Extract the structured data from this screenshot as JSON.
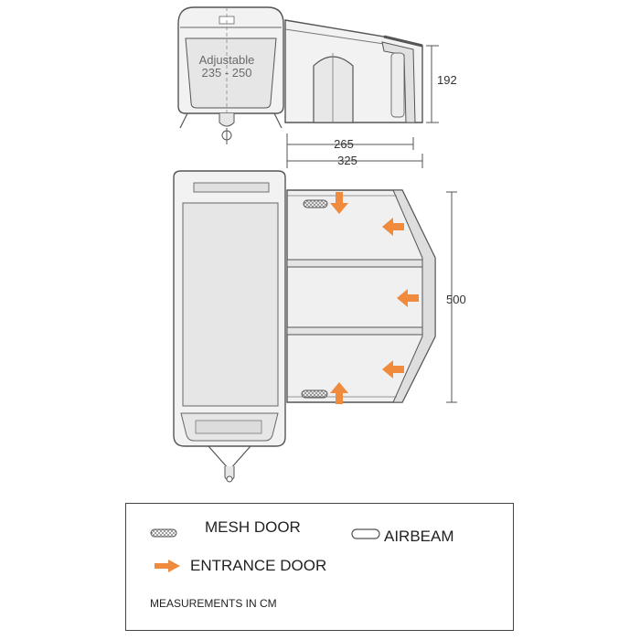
{
  "side_view": {
    "adjustable_label": "Adjustable",
    "adjustable_range": "235 - 250",
    "height_label": "192",
    "depth_inner_label": "265",
    "depth_outer_label": "325"
  },
  "plan_view": {
    "width_label": "500"
  },
  "legend": {
    "mesh_door": "MESH DOOR",
    "airbeam": "AIRBEAM",
    "entrance_door": "ENTRANCE DOOR",
    "note": "MEASUREMENTS IN CM"
  },
  "colors": {
    "entrance_arrow": "#f08a3c",
    "line": "#555555",
    "caravan_fill": "#f2f2f2"
  }
}
